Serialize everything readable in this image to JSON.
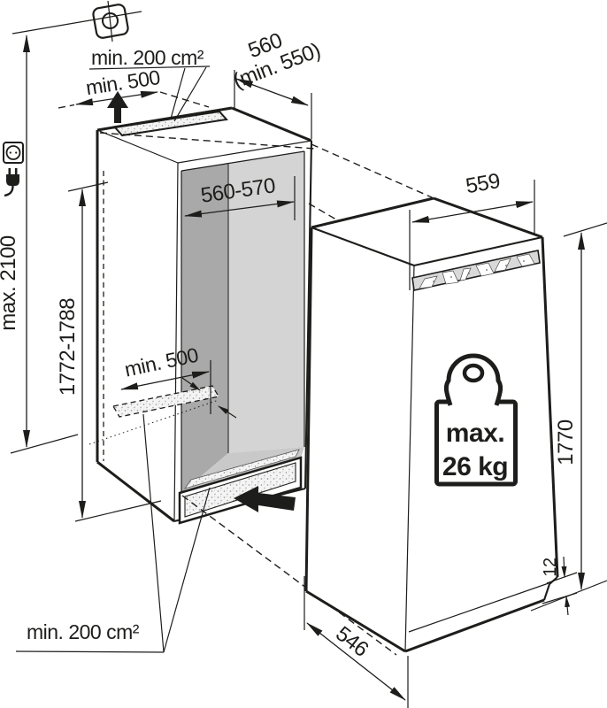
{
  "diagram_type": "appliance-installation-dimensions",
  "labels": {
    "top_vent_area": "min. 200 cm²",
    "top_clearance": "min. 500",
    "niche_depth": "560",
    "niche_depth_min": "(min. 550)",
    "niche_width": "560-570",
    "appliance_width": "559",
    "max_total_height": "max. 2100",
    "niche_height": "1772-1788",
    "base_vent_clearance": "min. 500",
    "weight_label": "max.",
    "weight_value": "26 kg",
    "appliance_height": "1770",
    "bottom_gap": "12",
    "appliance_depth": "546",
    "bottom_vent_area": "min. 200 cm²"
  },
  "icons": {
    "fixing": "height-adjustment-screw-icon",
    "socket": "power-socket-icon",
    "plug": "power-plug-icon",
    "weight": "max-weight-icon",
    "airflow_top": "airflow-up-arrow",
    "airflow_bottom": "airflow-in-arrow"
  },
  "colors": {
    "line": "#1d1d1b",
    "interior_side_wall": "#a9a9a9",
    "interior_back_wall": "#d4d4d4",
    "interior_floor": "#c9c9c9",
    "grille_fill": "#d9d9d9",
    "background": "#ffffff"
  }
}
